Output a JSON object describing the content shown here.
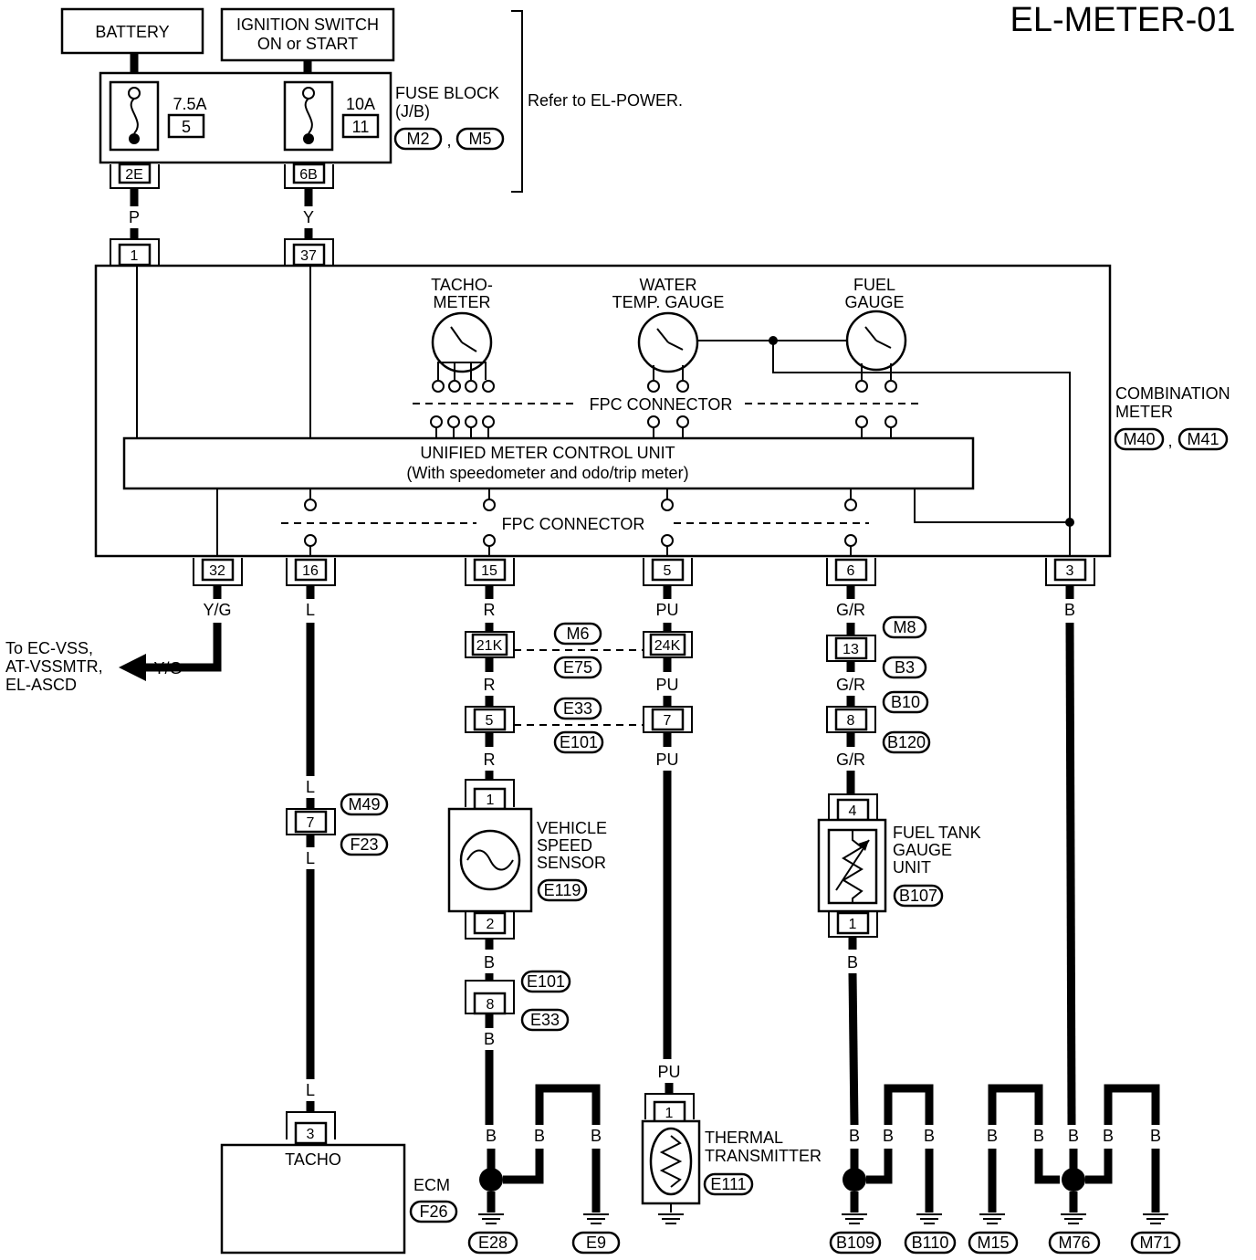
{
  "title": "EL-METER-01",
  "power": {
    "battery": "BATTERY",
    "ignition_line1": "IGNITION SWITCH",
    "ignition_line2": "ON or START",
    "fuse1_amp": "7.5A",
    "fuse1_num": "5",
    "fuse2_amp": "10A",
    "fuse2_num": "11",
    "fuse_block_line1": "FUSE BLOCK",
    "fuse_block_line2": "(J/B)",
    "fuse_block_conn1": "M2",
    "fuse_block_conn2": "M5",
    "fuse_pin1": "2E",
    "fuse_pin2": "6B",
    "refer": "Refer to EL-POWER."
  },
  "wires_top": {
    "w1": "P",
    "w2": "Y"
  },
  "meter": {
    "pin_in1": "1",
    "pin_in2": "37",
    "tacho_line1": "TACHO-",
    "tacho_line2": "METER",
    "water_line1": "WATER",
    "water_line2": "TEMP. GAUGE",
    "fuel_line1": "FUEL",
    "fuel_line2": "GAUGE",
    "fpc": "FPC CONNECTOR",
    "unit_line1": "UNIFIED METER CONTROL UNIT",
    "unit_line2": "(With speedometer and odo/trip meter)",
    "comb_line1": "COMBINATION",
    "comb_line2": "METER",
    "comb_conn1": "M40",
    "comb_conn2": "M41",
    "pins": [
      "32",
      "16",
      "15",
      "5",
      "6",
      "3"
    ]
  },
  "wires": {
    "yg": "Y/G",
    "l": "L",
    "r": "R",
    "pu": "PU",
    "gr": "G/R",
    "b": "B"
  },
  "vss_dest": [
    "To EC-VSS,",
    "AT-VSSMTR,",
    "EL-ASCD"
  ],
  "connectors": {
    "c21k": "21K",
    "c24k": "24K",
    "m6": "M6",
    "e75": "E75",
    "c5": "5",
    "c7": "7",
    "e33": "E33",
    "e101": "E101",
    "c13": "13",
    "m8": "M8",
    "b3": "B3",
    "c8": "8",
    "b10": "B10",
    "b120": "B120",
    "c7b": "7",
    "m49": "M49",
    "f23": "F23",
    "c8b": "8",
    "e101b": "E101",
    "e33b": "E33"
  },
  "vss": {
    "pin1": "1",
    "pin2": "2",
    "line1": "VEHICLE",
    "line2": "SPEED",
    "line3": "SENSOR",
    "conn": "E119"
  },
  "fuel_tank": {
    "pin1": "4",
    "pin2": "1",
    "line1": "FUEL TANK",
    "line2": "GAUGE",
    "line3": "UNIT",
    "conn": "B107"
  },
  "thermal": {
    "pin": "1",
    "line1": "THERMAL",
    "line2": "TRANSMITTER",
    "conn": "E111"
  },
  "ecm": {
    "pin": "3",
    "label": "TACHO",
    "name": "ECM",
    "conn": "F26"
  },
  "grounds": [
    "E28",
    "E9",
    "B109",
    "B110",
    "M15",
    "M76",
    "M71"
  ]
}
